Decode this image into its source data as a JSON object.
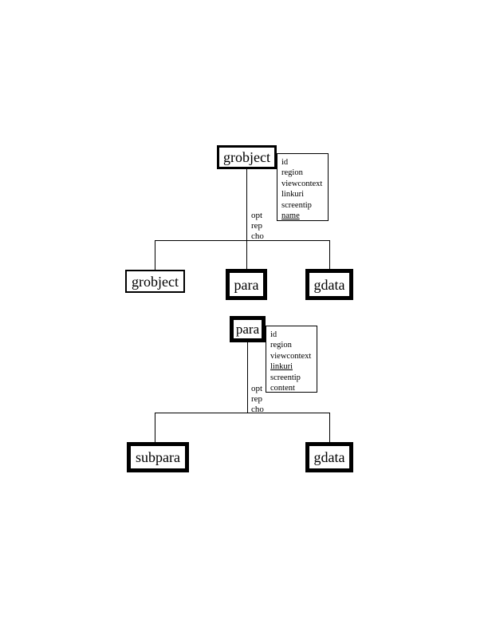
{
  "page": {
    "background": "#ffffff",
    "line_color": "#000000"
  },
  "trees": [
    {
      "root": {
        "label": "grobject"
      },
      "attributes": [
        {
          "text": "id",
          "underline": false
        },
        {
          "text": "region",
          "underline": false
        },
        {
          "text": "viewcontext",
          "underline": false
        },
        {
          "text": "linkuri",
          "underline": false
        },
        {
          "text": "screentip",
          "underline": false
        },
        {
          "text": "name",
          "underline": true
        }
      ],
      "edge_labels": [
        "opt",
        "rep",
        "cho"
      ],
      "children": [
        {
          "label": "grobject"
        },
        {
          "label": "para"
        },
        {
          "label": "gdata"
        }
      ]
    },
    {
      "root": {
        "label": "para"
      },
      "attributes": [
        {
          "text": "id",
          "underline": false
        },
        {
          "text": "region",
          "underline": false
        },
        {
          "text": "viewcontext",
          "underline": false
        },
        {
          "text": "linkuri",
          "underline": true
        },
        {
          "text": "screentip",
          "underline": false
        },
        {
          "text": "content",
          "underline": false
        }
      ],
      "edge_labels": [
        "opt",
        "rep",
        "cho"
      ],
      "children": [
        {
          "label": "subpara"
        },
        {
          "label": "gdata"
        }
      ]
    }
  ]
}
